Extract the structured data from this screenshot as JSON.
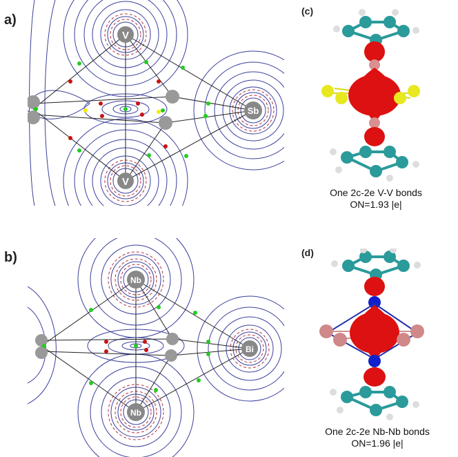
{
  "panels": {
    "a": {
      "label": "a)",
      "atoms": {
        "top": "V",
        "bottom": "V",
        "right": "Sb"
      }
    },
    "b": {
      "label": "b)",
      "atoms": {
        "top": "Nb",
        "bottom": "Nb",
        "right": "Bi"
      }
    },
    "c": {
      "label": "(c)",
      "caption_line1": "One 2c-2e V-V bonds",
      "caption_line2": "ON=1.93 |e|"
    },
    "d": {
      "label": "(d)",
      "caption_line1": "One 2c-2e Nb-Nb bonds",
      "caption_line2": "ON=1.96 |e|"
    }
  },
  "colors": {
    "contour_solid": "#3a3f9a",
    "contour_dashed": "#b03040",
    "bcp_green": "#22cc22",
    "rcp_red": "#cc1111",
    "ccp_yellow": "#eeee00",
    "orbital_red": "#dd1111",
    "carbon_teal": "#2a9a9a",
    "sb_yellow": "#e8e820",
    "bi_pink": "#d08888",
    "nb_blue": "#1020cc"
  }
}
